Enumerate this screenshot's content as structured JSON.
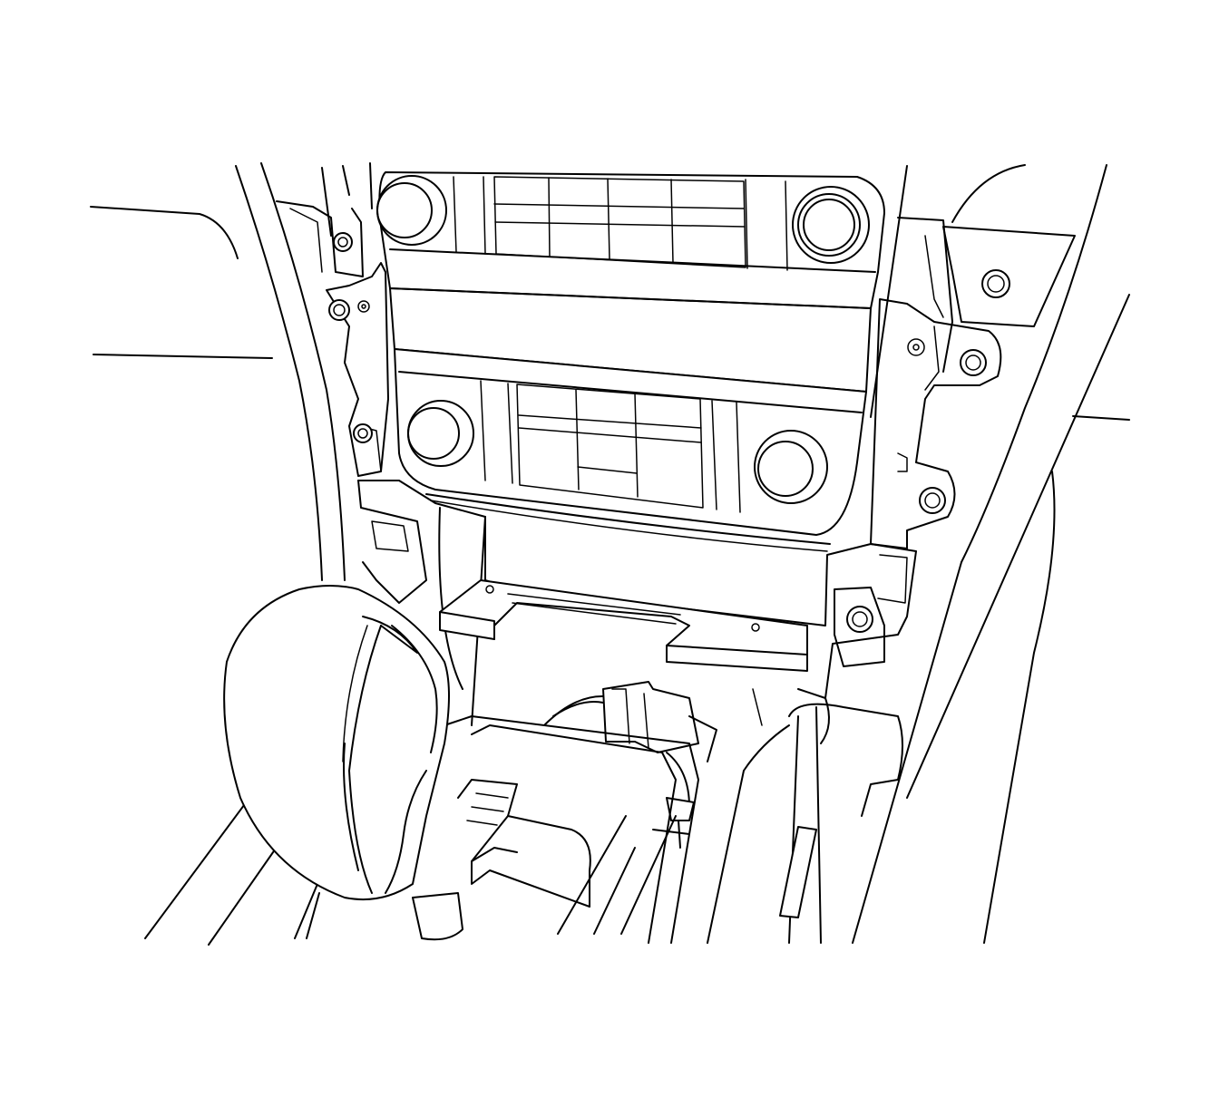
{
  "illustration": {
    "subject": "center-console-radio-and-hvac-control-removal",
    "line_color": "#000000",
    "background_color": "#ffffff",
    "components": [
      "radio-control-panel",
      "hvac-control-panel",
      "mounting-bracket",
      "retaining-bolt",
      "electrical-connector",
      "shift-lever-knob",
      "console-side-trim",
      "storage-tray"
    ],
    "radio_knob_count": 2,
    "hvac_knob_count": 2,
    "visible_bolt_count": 7
  }
}
